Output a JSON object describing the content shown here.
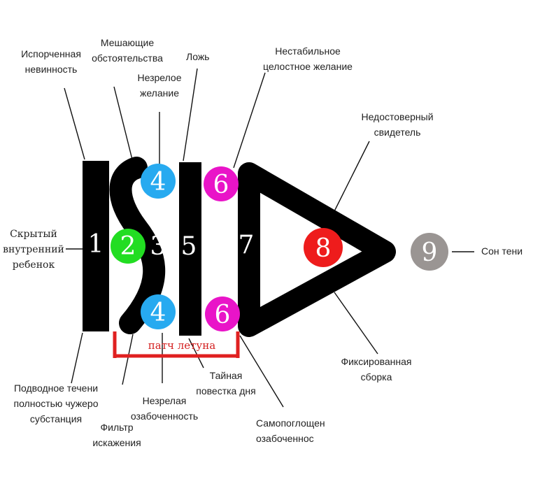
{
  "numbers": {
    "n1": "1",
    "n2": "2",
    "n3": "3",
    "n4_top": "4",
    "n4_bottom": "4",
    "n5": "5",
    "n6_top": "6",
    "n6_bottom": "6",
    "n7": "7",
    "n8": "8",
    "n9": "9"
  },
  "labels": {
    "corrupted_innocence": [
      "Испорченная",
      "невинность"
    ],
    "hindering_circumstances": [
      "Мешающие",
      "обстоятельства"
    ],
    "immature_desire": [
      "Незрелое",
      "желание"
    ],
    "lie": [
      "Ложь"
    ],
    "unstable_desire": [
      "Нестабильное",
      "целостное желание"
    ],
    "unreliable_witness": [
      "Недостоверный",
      "свидетель"
    ],
    "hidden_child": [
      "Скрытый",
      "внутренний",
      "ребенок"
    ],
    "shadow_dream": [
      "Сон тени"
    ],
    "undercurrent": [
      "Подводное течени",
      "полностью чужеро",
      "субстанция"
    ],
    "distortion_filter": [
      "Фильтр",
      "искажения"
    ],
    "immature_concern": [
      "Незрелая",
      "озабоченность"
    ],
    "secret_agenda": [
      "Тайная",
      "повестка дня"
    ],
    "self_absorbed_concern": [
      "Самопоглощен",
      "озабоченнос"
    ],
    "fixed_assembly": [
      "Фиксированная",
      "сборка"
    ],
    "patch": "патч летуна"
  },
  "colors": {
    "black": "#000000",
    "green": "#22dd22",
    "blue": "#27aaf0",
    "magenta": "#e914c8",
    "red": "#ee1c1c",
    "gray": "#9a9593",
    "bracket": "#e02020",
    "line": "#111111"
  }
}
